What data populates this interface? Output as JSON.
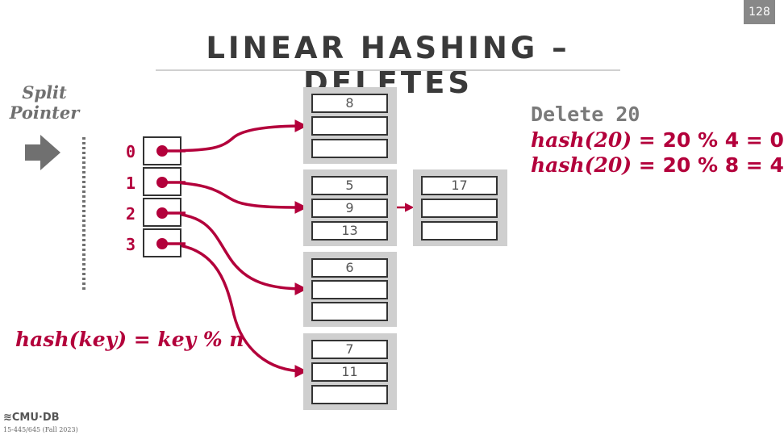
{
  "slide_number": "128",
  "title": "LINEAR HASHING – DELETES",
  "split_pointer": {
    "label_line1": "Split",
    "label_line2": "Pointer"
  },
  "directory": {
    "slots": [
      {
        "index": "0"
      },
      {
        "index": "1"
      },
      {
        "index": "2"
      },
      {
        "index": "3"
      }
    ]
  },
  "buckets": [
    {
      "slots": [
        "8",
        "",
        ""
      ]
    },
    {
      "slots": [
        "5",
        "9",
        "13"
      ],
      "overflow": [
        "17",
        "",
        ""
      ]
    },
    {
      "slots": [
        "6",
        "",
        ""
      ]
    },
    {
      "slots": [
        "7",
        "11",
        ""
      ]
    }
  ],
  "operation": {
    "delete_label": "Delete 20",
    "hash_fn": "hash(20)",
    "line1_expr": "= 20 % 4 = 0",
    "line2_expr": "= 20 % 8 = 4"
  },
  "hash_formula": "hash(key) = key % n",
  "footer": {
    "logo": "≋CMU·DB",
    "course": "15-445/645 (Fall 2023)"
  },
  "colors": {
    "accent": "#b3003b",
    "title": "#3a3a3a",
    "split_arrow": "#707070",
    "bucket_bg": "#cfcfcf",
    "slide_number_bg": "#888888"
  }
}
